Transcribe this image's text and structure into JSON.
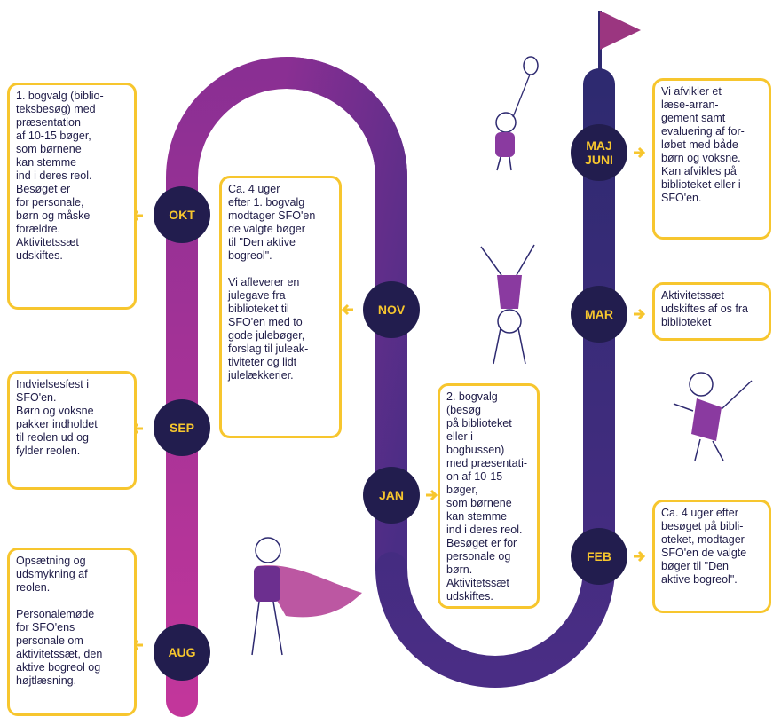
{
  "colors": {
    "accent_yellow": "#f7c62e",
    "node_navy": "#221d4e",
    "path_pink": "#c2369b",
    "path_purple": "#6c2f8f",
    "path_indigo": "#3a2c7e",
    "flag": "#9b3680"
  },
  "months": {
    "okt": "OKT",
    "nov": "NOV",
    "sep": "SEP",
    "aug": "AUG",
    "jan": "JAN",
    "feb": "FEB",
    "mar": "MAR",
    "maj": "MAJ\nJUNI"
  },
  "boxes": {
    "okt": "1. bogvalg (biblio-\nteksbesøg) med\npræsentation\naf 10-15 bøger,\nsom børnene\nkan stemme\nind i deres reol.\nBesøget er\nfor personale,\nbørn og måske\nforældre.\nAktivitetssæt\nudskiftes.",
    "nov": "Ca. 4 uger\nefter 1. bogvalg\nmodtager SFO'en\nde valgte bøger\ntil \"Den aktive\nbogreol\".\n\nVi afleverer en\njulegave fra\nbiblioteket til\nSFO'en med to\ngode julebøger,\nforslag til juleak-\ntiviteter og lidt\njulelækkerier.",
    "sep": "Indvielsesfest i\nSFO'en.\nBørn og voksne\npakker indholdet\ntil reolen ud og\nfylder reolen.",
    "aug": "Opsætning og\nudsmykning af\nreolen.\n\nPersonalemøde\nfor SFO'ens\npersonale om\naktivitetssæt, den\naktive bogreol og\nhøjtlæsning.",
    "jan": "2. bogvalg (besøg\npå biblioteket\neller i bogbussen)\nmed præsentati-\non af 10-15 bøger,\nsom børnene\nkan stemme\nind i deres reol.\nBesøget er for\npersonale og\nbørn.\nAktivitetssæt\nudskiftes.",
    "maj": "Vi afvikler et\nlæse-arran-\ngement samt\nevaluering af for-\nløbet med både\nbørn og voksne.\nKan afvikles på\nbiblioteket eller i\nSFO'en.",
    "mar": "Aktivitetssæt\nudskiftes af os fra\nbiblioteket",
    "feb": "Ca. 4 uger efter\nbesøget på bibli-\noteket, modtager\nSFO'en de valgte\nbøger til \"Den\naktive bogreol\"."
  },
  "icons": {
    "arrow": "arrow-left-icon",
    "flag": "flag-icon",
    "figure": "stick-figure-icon"
  }
}
